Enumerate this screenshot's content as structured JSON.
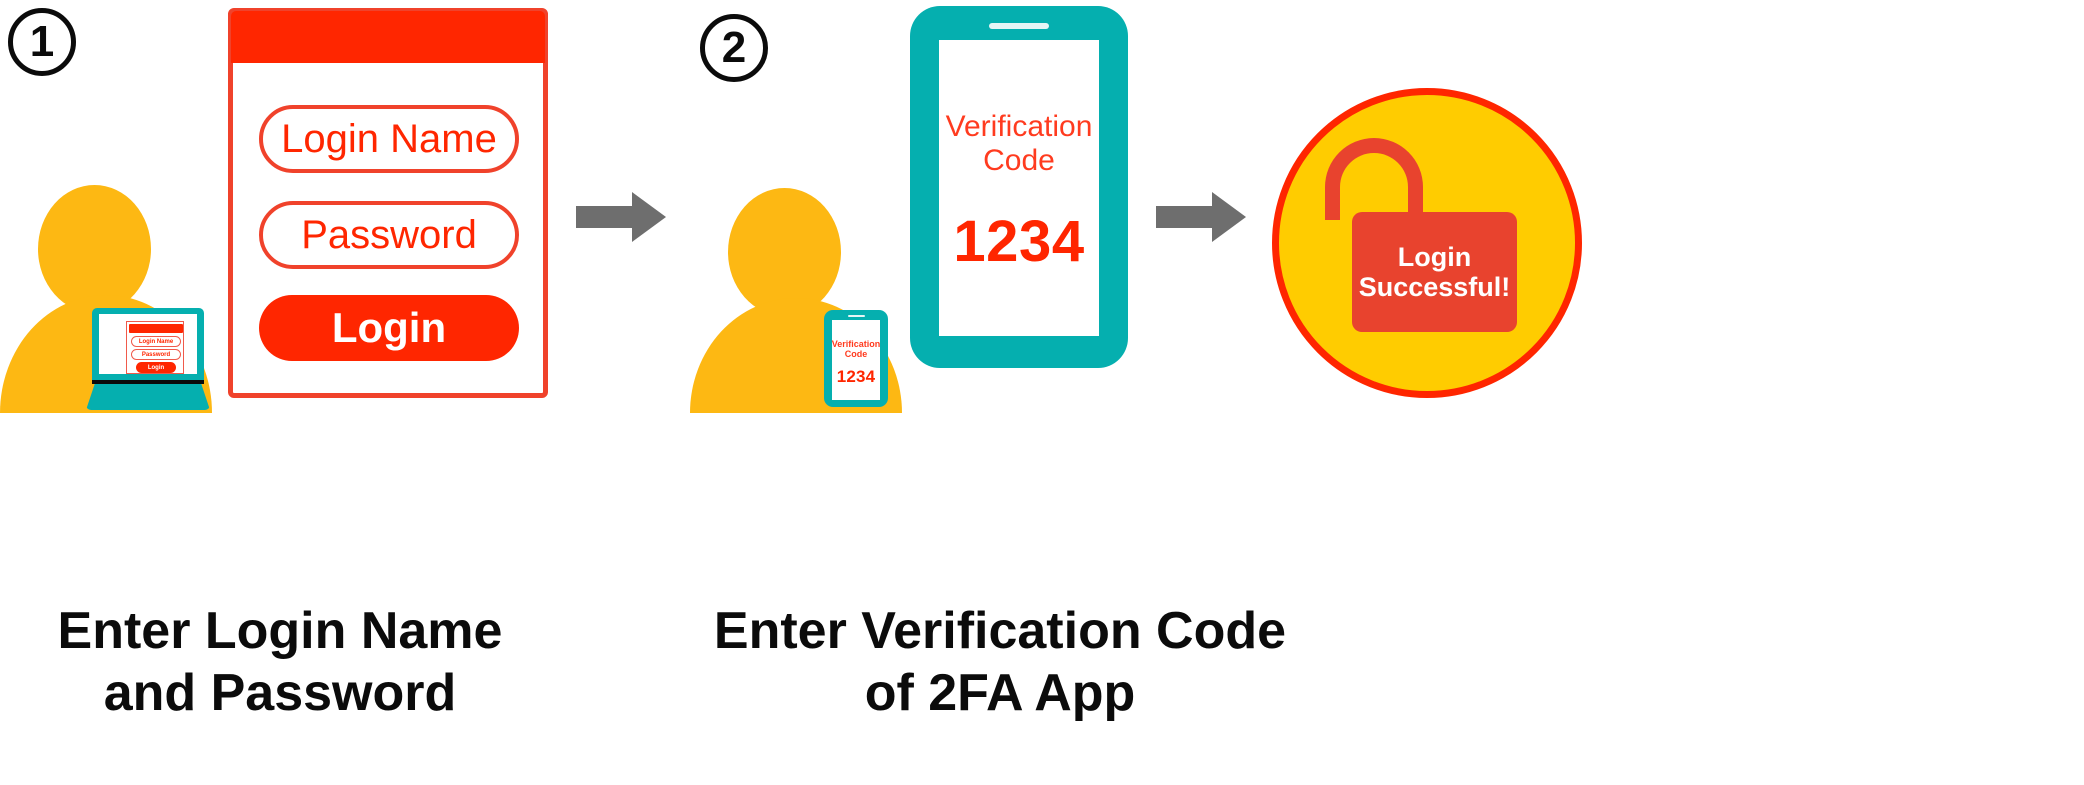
{
  "diagram": {
    "title": "Two-Factor Authentication Login Process",
    "colors": {
      "red": "#FF2600",
      "red_outline": "#F0422B",
      "lock_red": "#E8432E",
      "yellow": "#FDB813",
      "badge_yellow": "#FFCC00",
      "teal": "#05AFAF",
      "arrow_gray": "#6E6E6E",
      "black": "#0B0B0B",
      "white": "#FFFFFF"
    }
  },
  "step1": {
    "badge": "1",
    "caption": "Enter Login Name\nand Password",
    "login_panel": {
      "username_placeholder": "Login Name",
      "password_placeholder": "Password",
      "login_button": "Login"
    },
    "laptop_screen": {
      "username_placeholder": "Login Name",
      "password_placeholder": "Password",
      "login_button": "Login"
    }
  },
  "step2": {
    "badge": "2",
    "caption": "Enter Verification Code\nof 2FA App",
    "phone": {
      "label": "Verification\nCode",
      "code": "1234"
    },
    "phone_small": {
      "label": "Verification\nCode",
      "code": "1234"
    }
  },
  "result": {
    "message": "Login\nSuccessful!"
  }
}
